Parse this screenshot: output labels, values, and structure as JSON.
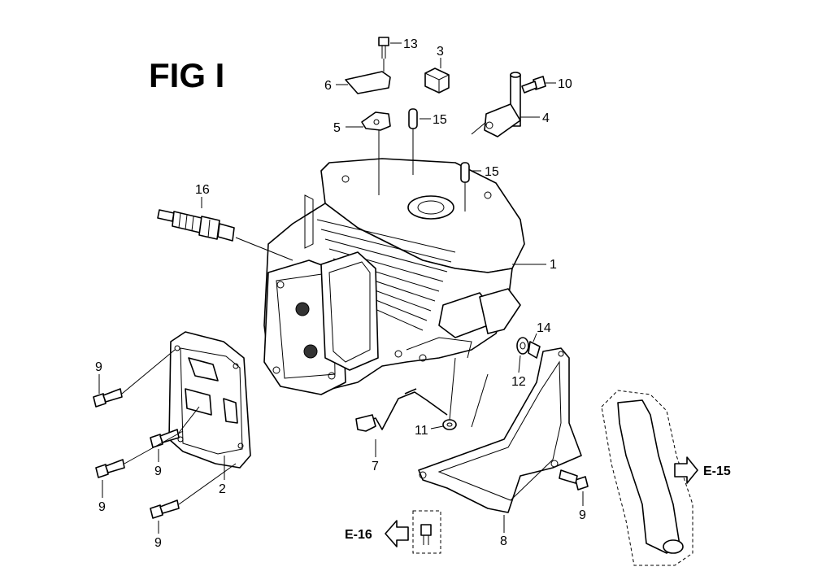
{
  "figure": {
    "title": "FIG I"
  },
  "callouts": {
    "c1": "1",
    "c2": "2",
    "c3": "3",
    "c4": "4",
    "c5": "5",
    "c6": "6",
    "c7": "7",
    "c8": "8",
    "c9a": "9",
    "c9b": "9",
    "c9c": "9",
    "c9d": "9",
    "c9e": "9",
    "c10": "10",
    "c11": "11",
    "c12": "12",
    "c13": "13",
    "c14": "14",
    "c15a": "15",
    "c15b": "15",
    "c16": "16"
  },
  "references": {
    "e15": "E-15",
    "e16": "E-16"
  }
}
